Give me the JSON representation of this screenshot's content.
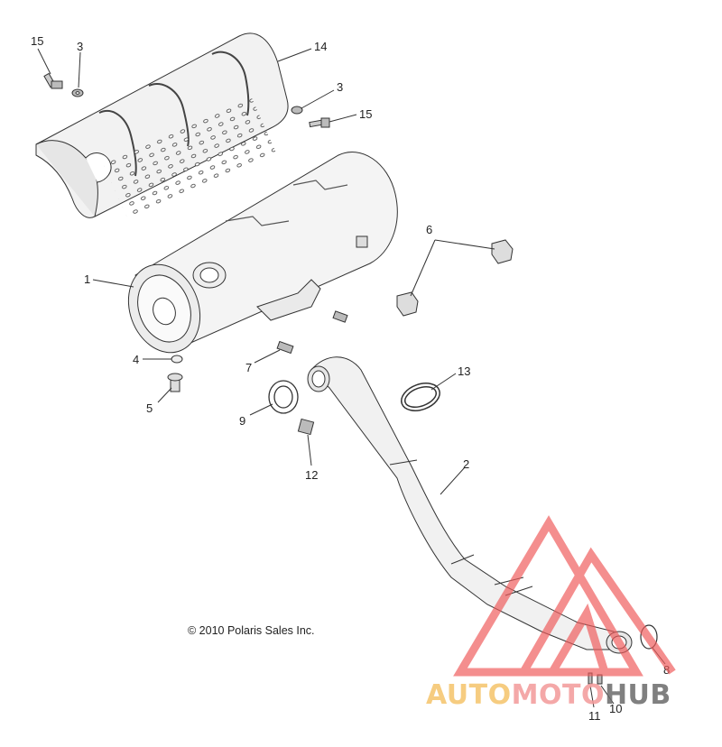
{
  "parts": [
    {
      "id": "15a",
      "number": "15"
    },
    {
      "id": "3a",
      "number": "3"
    },
    {
      "id": "14",
      "number": "14"
    },
    {
      "id": "3b",
      "number": "3"
    },
    {
      "id": "15b",
      "number": "15"
    },
    {
      "id": "6",
      "number": "6"
    },
    {
      "id": "1",
      "number": "1"
    },
    {
      "id": "4",
      "number": "4"
    },
    {
      "id": "7",
      "number": "7"
    },
    {
      "id": "13",
      "number": "13"
    },
    {
      "id": "5",
      "number": "5"
    },
    {
      "id": "9",
      "number": "9"
    },
    {
      "id": "2",
      "number": "2"
    },
    {
      "id": "12",
      "number": "12"
    },
    {
      "id": "8",
      "number": "8"
    },
    {
      "id": "11",
      "number": "11"
    },
    {
      "id": "10",
      "number": "10"
    }
  ],
  "copyright": "© 2010 Polaris Sales Inc.",
  "watermark": {
    "part1": "AUTO",
    "part2": "MOTO",
    "part3": "HUB",
    "colors": {
      "auto": "#f5c46a",
      "moto": "#f39a9a",
      "hub": "#6b6b6b",
      "triangle": "#ef5a5a"
    }
  }
}
